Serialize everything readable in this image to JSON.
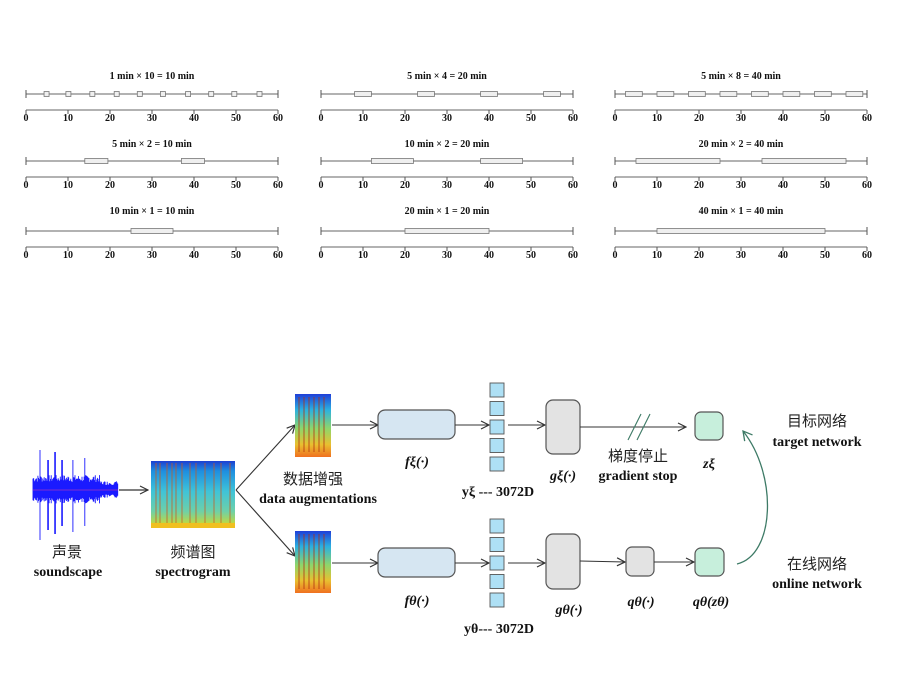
{
  "chart_data": [
    {
      "type": "timeline",
      "title": "1 min × 10 = 10 min",
      "xlim": [
        0,
        60
      ],
      "ticks": [
        0,
        10,
        20,
        30,
        40,
        50,
        60
      ],
      "segment_length": 1,
      "segments": [
        4.3,
        9.5,
        15.2,
        21,
        26.5,
        32,
        38,
        43.5,
        49,
        55
      ]
    },
    {
      "type": "timeline",
      "title": "5 min × 4 = 20 min",
      "xlim": [
        0,
        60
      ],
      "ticks": [
        0,
        10,
        20,
        30,
        40,
        50,
        60
      ],
      "segment_length": 4,
      "segments": [
        8,
        23,
        38,
        53
      ]
    },
    {
      "type": "timeline",
      "title": "5 min × 8 = 40 min",
      "xlim": [
        0,
        60
      ],
      "ticks": [
        0,
        10,
        20,
        30,
        40,
        50,
        60
      ],
      "segment_length": 4,
      "segments": [
        2.5,
        10,
        17.5,
        25,
        32.5,
        40,
        47.5,
        55
      ]
    },
    {
      "type": "timeline",
      "title": "5 min × 2 = 10 min",
      "xlim": [
        0,
        60
      ],
      "ticks": [
        0,
        10,
        20,
        30,
        40,
        50,
        60
      ],
      "segment_length": 5.5,
      "segments": [
        14,
        37
      ]
    },
    {
      "type": "timeline",
      "title": "10 min × 2 = 20 min",
      "xlim": [
        0,
        60
      ],
      "ticks": [
        0,
        10,
        20,
        30,
        40,
        50,
        60
      ],
      "segment_length": 10,
      "segments": [
        12,
        38
      ]
    },
    {
      "type": "timeline",
      "title": "20 min × 2 = 40 min",
      "xlim": [
        0,
        60
      ],
      "ticks": [
        0,
        10,
        20,
        30,
        40,
        50,
        60
      ],
      "segment_length": 20,
      "segments": [
        5,
        35
      ]
    },
    {
      "type": "timeline",
      "title": "10 min × 1 = 10 min",
      "xlim": [
        0,
        60
      ],
      "ticks": [
        0,
        10,
        20,
        30,
        40,
        50,
        60
      ],
      "segment_length": 10,
      "segments": [
        25
      ]
    },
    {
      "type": "timeline",
      "title": "20 min × 1 = 20 min",
      "xlim": [
        0,
        60
      ],
      "ticks": [
        0,
        10,
        20,
        30,
        40,
        50,
        60
      ],
      "segment_length": 20,
      "segments": [
        20
      ]
    },
    {
      "type": "timeline",
      "title": "40 min × 1 = 40 min",
      "xlim": [
        0,
        60
      ],
      "ticks": [
        0,
        10,
        20,
        30,
        40,
        50,
        60
      ],
      "segment_length": 40,
      "segments": [
        10
      ]
    }
  ],
  "diagram": {
    "soundscape": {
      "cn": "声景",
      "en": "soundscape"
    },
    "spectrogram": {
      "cn": "频谱图",
      "en": "spectrogram"
    },
    "augment": {
      "cn": "数据增强",
      "en": "data augmentations"
    },
    "f_target": "fξ(·)",
    "f_online": "fθ(·)",
    "y_target": "yξ --- 3072D",
    "y_online": "yθ--- 3072D",
    "g_target": "gξ(·)",
    "g_online": "gθ(·)",
    "q_online": "qθ(·)",
    "z_target": "zξ",
    "qz_online": "qθ(zθ)",
    "stop": {
      "cn": "梯度停止",
      "en": "gradient stop"
    },
    "target_net": {
      "cn": "目标网络",
      "en": "target network"
    },
    "online_net": {
      "cn": "在线网络",
      "en": "online network"
    },
    "colors": {
      "encoder_fill": "#d6e6f2",
      "vector_fill": "#aee0f5",
      "projector_fill": "#e3e3e3",
      "output_fill": "#c7efdc",
      "ema_arrow": "#3d7a66",
      "waveform": "#1a1aff"
    }
  }
}
